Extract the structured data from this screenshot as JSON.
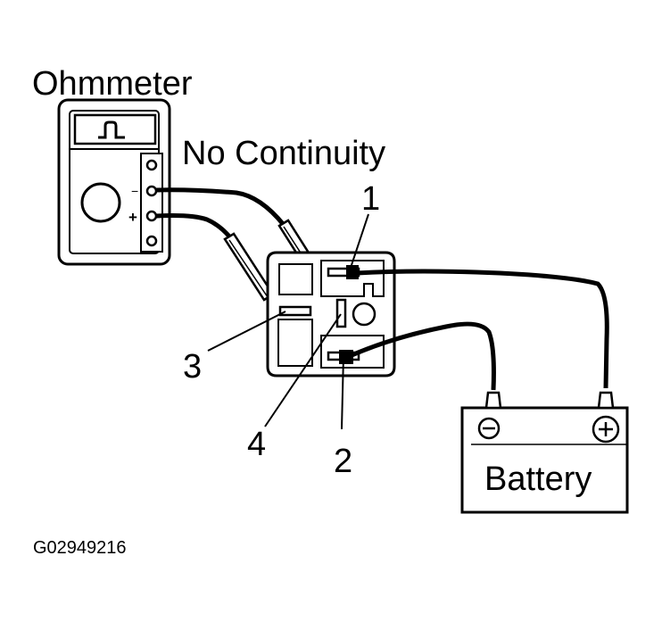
{
  "labels": {
    "meter_title": "Ohmmeter",
    "status": "No Continuity",
    "terminal_1": "1",
    "terminal_2": "2",
    "terminal_3": "3",
    "terminal_4": "4",
    "battery": "Battery",
    "figure_id": "G02949216"
  },
  "meter": {
    "minus_sign": "−",
    "plus_sign": "+"
  },
  "battery_terminals": {
    "negative": "⊖",
    "positive": "⊕"
  }
}
